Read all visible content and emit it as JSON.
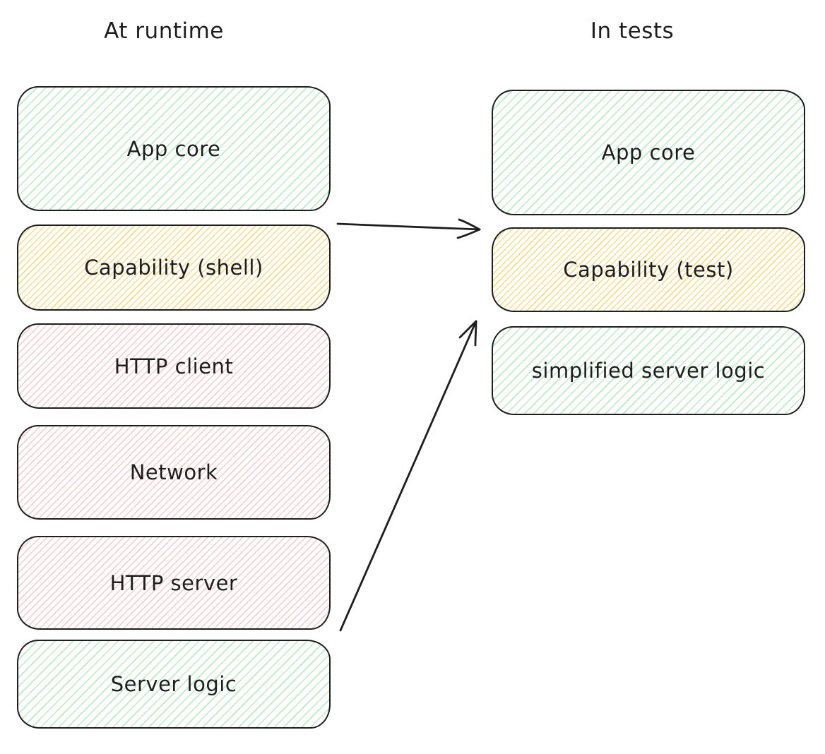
{
  "diagram": {
    "left_column": {
      "title": "At runtime",
      "boxes": [
        {
          "label": "App core",
          "fill": "green"
        },
        {
          "label": "Capability (shell)",
          "fill": "yellow"
        },
        {
          "label": "HTTP client",
          "fill": "red"
        },
        {
          "label": "Network",
          "fill": "red"
        },
        {
          "label": "HTTP server",
          "fill": "red"
        },
        {
          "label": "Server logic",
          "fill": "green"
        }
      ]
    },
    "right_column": {
      "title": "In tests",
      "boxes": [
        {
          "label": "App core",
          "fill": "green"
        },
        {
          "label": "Capability (test)",
          "fill": "yellow"
        },
        {
          "label": "simplified server logic",
          "fill": "green"
        }
      ]
    },
    "arrows": [
      {
        "name": "capability-shell-to-capability-test"
      },
      {
        "name": "server-logic-to-simplified-server-logic"
      }
    ],
    "colors": {
      "stroke": "#1e1e1e",
      "green_hatch": "#b9ecc3",
      "yellow_hatch": "#f7db85",
      "red_hatch": "#f6c9c9",
      "background": "#ffffff"
    }
  }
}
